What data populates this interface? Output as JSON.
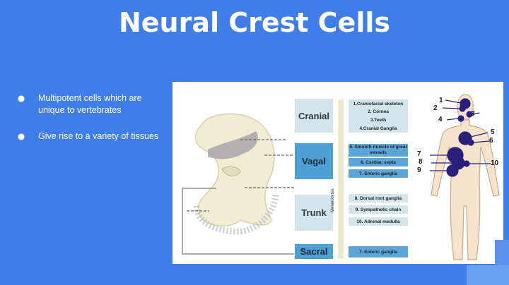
{
  "slide": {
    "title": "Neural Crest Cells",
    "bullets": [
      "Multipotent cells which are unique to vertebrates",
      "Give rise to a variety of tissues"
    ]
  },
  "figure": {
    "regions": [
      "Cranial",
      "Vagal",
      "Trunk",
      "Sacral"
    ],
    "side_label": "Melanocytes",
    "derivatives": [
      "1.Craniofacial skeleton",
      "2. Cornea",
      "3.Teeth",
      "4.Cranial Ganglia",
      "5. Smooth muscle of great vessels",
      "6. Cardiac septa",
      "7. Enteric ganglia",
      "8. Dorsal root ganglia",
      "9. Sympathetic chain",
      "10. Adrenal medulla",
      "7. Enteric ganglia"
    ],
    "body_numbers": [
      "1",
      "2",
      "3",
      "4",
      "5",
      "6",
      "7",
      "8",
      "9",
      "10"
    ],
    "colors": {
      "marker": "#2a1f7a",
      "region_light": "#d2e4ec",
      "region_dark": "#4e9fd6"
    }
  }
}
